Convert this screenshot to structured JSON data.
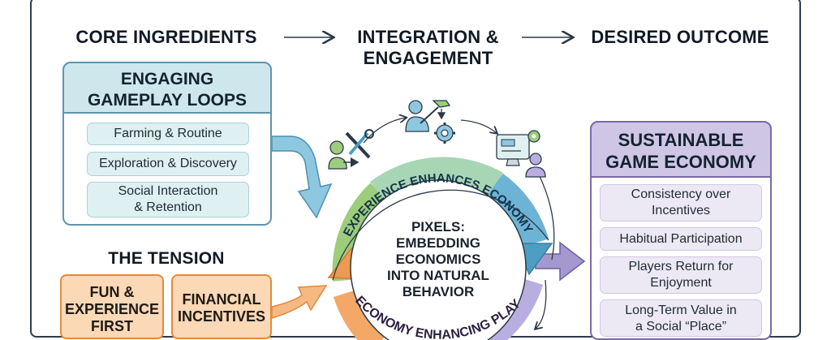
{
  "headers": {
    "col1": "CORE INGREDIENTS",
    "col2_line1": "INTEGRATION &",
    "col2_line2": "ENGAGEMENT",
    "col3": "DESIRED OUTCOME"
  },
  "loops": {
    "title_line1": "ENGAGING",
    "title_line2": "GAMEPLAY LOOPS",
    "items": [
      "Farming & Routine",
      "Exploration & Discovery",
      "Social Interaction",
      "& Retention"
    ]
  },
  "tension": {
    "title": "THE TENSION",
    "fun_line1": "FUN &",
    "fun_line2": "EXPERIENCE",
    "fun_line3": "FIRST",
    "fin_line1": "FINANCIAL",
    "fin_line2": "INCENTIVES"
  },
  "cycle": {
    "top_arc": "EXPERIENCE ENHANCES ECONOMY",
    "bottom_arc": "ECONOMY ENHANCING PLAY",
    "center_line1": "PIXELS:",
    "center_line2": "EMBEDDING",
    "center_line3": "ECONOMICS",
    "center_line4": "INTO NATURAL",
    "center_line5": "BEHAVIOR"
  },
  "outcome": {
    "title_line1": "SUSTAINABLE",
    "title_line2": "GAME ECONOMY",
    "items": [
      [
        "Consistency over",
        "Incentives"
      ],
      [
        "Habitual Participation"
      ],
      [
        "Players Return for",
        "Enjoyment"
      ],
      [
        "Long-Term Value in",
        "a Social “Place”"
      ]
    ]
  },
  "icons": [
    "tools-icon",
    "engineer-gear-icon",
    "monitor-user-icon"
  ],
  "colors": {
    "blue_box": "#cde7ec",
    "blue_border": "#5f95ae",
    "purple_box": "#cfc6e6",
    "purple_border": "#7b6aa8",
    "orange": "#e48a3c",
    "green": "#8bc26b",
    "arc_blue": "#4e9dc2"
  }
}
